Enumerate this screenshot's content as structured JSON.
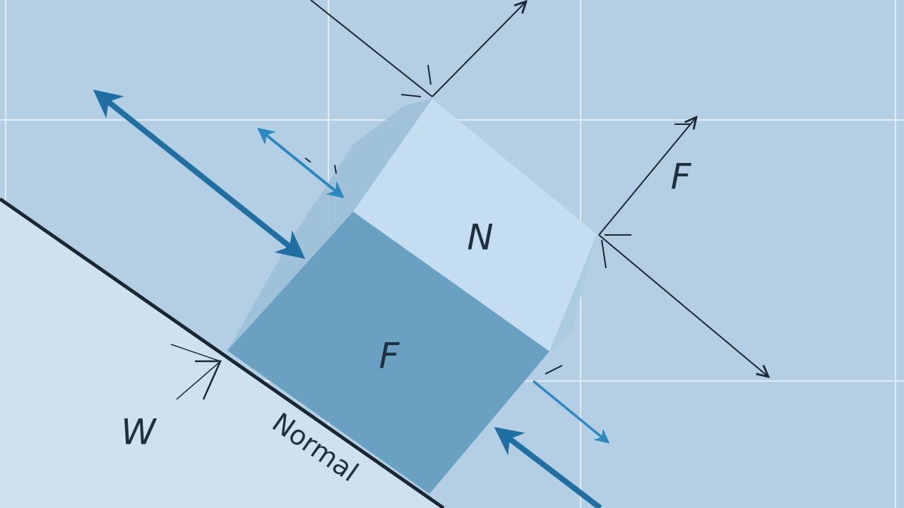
{
  "diagram": {
    "labels": {
      "block_top": "N",
      "block_front": "F",
      "right_force": "F",
      "left_weight": "W",
      "incline": "Normal"
    },
    "colors": {
      "background": "#b4cfe4",
      "grid_line": "#e8f1f8",
      "incline_surface": "#cfe1ef",
      "incline_edge": "#1b2633",
      "block_top_face": "#c4ddf0",
      "block_front_face": "#6aa1c2",
      "block_side_face": "#9cc0d8",
      "blue_arrow": "#1f6fa3",
      "light_blue_arrow": "#2b88c2",
      "dark_arrow": "#1b2633"
    }
  }
}
